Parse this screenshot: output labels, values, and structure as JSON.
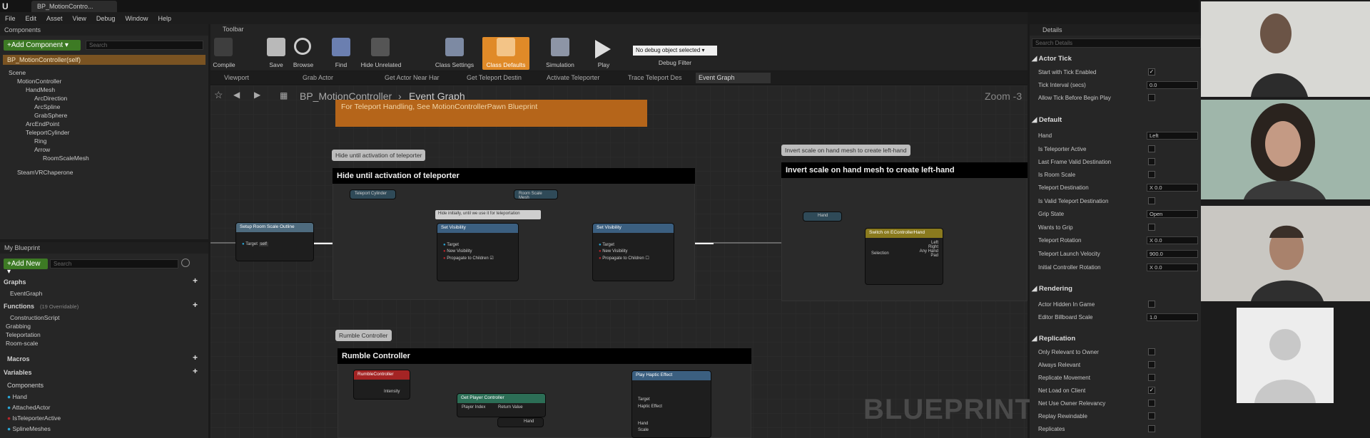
{
  "window": {
    "doc_tab": "BP_MotionContro..."
  },
  "menu": [
    "File",
    "Edit",
    "Asset",
    "View",
    "Debug",
    "Window",
    "Help"
  ],
  "components": {
    "title": "Components",
    "add_button": "+Add Component ▾",
    "search_placeholder": "Search",
    "self_row": "BP_MotionController(self)",
    "tree": [
      "Scene",
      "MotionController",
      "HandMesh",
      "ArcDirection",
      "ArcSpline",
      "GrabSphere",
      "ArcEndPoint",
      "TeleportCylinder",
      "Ring",
      "Arrow",
      "RoomScaleMesh",
      "SteamVRChaperone"
    ]
  },
  "my_blueprint": {
    "title": "My Blueprint",
    "add_button": "+Add New ▾",
    "search_placeholder": "Search",
    "graphs_label": "Graphs",
    "event_graph": "EventGraph",
    "functions_label": "Functions",
    "functions_count": "(19 Overridable)",
    "functions": [
      "ConstructionScript",
      "Grabbing",
      "Teleportation",
      "Room-scale"
    ],
    "macros_label": "Macros",
    "variables_label": "Variables",
    "components_label": "Components",
    "variables": [
      "Hand",
      "AttachedActor",
      "IsTeleporterActive",
      "SplineMeshes"
    ]
  },
  "toolbar": {
    "title": "Toolbar",
    "items": [
      "Compile",
      "Save",
      "Browse",
      "Find",
      "Hide Unrelated",
      "Class Settings",
      "Class Defaults",
      "Simulation",
      "Play"
    ],
    "debug_select": "No debug object selected ▾",
    "debug_filter": "Debug Filter"
  },
  "graph_tabs": [
    "Viewport",
    "Grab Actor",
    "Get Actor Near Har",
    "Get Teleport Destin",
    "Activate Teleporter",
    "Trace Teleport Des",
    "Event Graph"
  ],
  "graph": {
    "breadcrumb_root": "BP_MotionController",
    "breadcrumb_current": "Event Graph",
    "zoom": "Zoom -3",
    "watermark": "BLUEPRINT",
    "banner": "For Teleport Handling, See MotionControllerPawn Blueprint",
    "comment1_bubble": "Hide until activation of teleporter",
    "comment1_title": "Hide until activation of teleporter",
    "comment2_bubble": "Invert scale on hand mesh to create left-hand",
    "comment2_title": "Invert scale on hand mesh to create left-hand",
    "comment3_bubble": "Rumble Controller",
    "comment3_title": "Rumble Controller",
    "nodes": {
      "setup_room": "Setup Room Scale Outline",
      "teleport_cylinder": "Teleport Cylinder",
      "room_scale_mesh": "Room Scale Mesh",
      "hint": "Hide initially, until we use it for teleportation",
      "set_visibility": "Set Visibility",
      "hand": "Hand",
      "switch": "Switch on EControllerHand",
      "rumble": "RumbleController",
      "get_player_controller": "Get Player Controller",
      "play_haptic": "Play Haptic Effect",
      "target": "Target",
      "self": "self",
      "new_visibility": "New Visibility",
      "propagate": "Propagate to Children",
      "left": "Left",
      "right": "Right",
      "any_hand": "Any Hand",
      "pad": "Pad",
      "selection": "Selection",
      "intensity": "Intensity",
      "player_index": "Player Index",
      "return_value": "Return Value",
      "haptic_effect": "Haptic Effect",
      "scale": "Scale"
    }
  },
  "details": {
    "title": "Details",
    "search_placeholder": "Search Details",
    "sections": {
      "actor_tick": "Actor Tick",
      "default": "Default",
      "rendering": "Rendering",
      "replication": "Replication"
    },
    "actor_tick_rows": [
      "Start with Tick Enabled",
      "Tick Interval (secs)",
      "Allow Tick Before Begin Play"
    ],
    "tick_interval": "0.0",
    "default_rows": [
      "Hand",
      "Is Teleporter Active",
      "Last Frame Valid Destination",
      "Is Room Scale",
      "Teleport Destination",
      "Is Valid Teleport Destination",
      "Grip State",
      "Wants to Grip",
      "Teleport Rotation",
      "Teleport Launch Velocity",
      "Initial Controller Rotation"
    ],
    "hand_value": "Left",
    "teleport_dest_value": "X 0.0",
    "grip_state_value": "Open",
    "teleport_rotation_value": "X 0.0",
    "launch_velocity_value": "900.0",
    "initial_rotation_value": "X 0.0",
    "rendering_rows": [
      "Actor Hidden In Game",
      "Editor Billboard Scale"
    ],
    "billboard_scale": "1.0",
    "replication_rows": [
      "Only Relevant to Owner",
      "Always Relevant",
      "Replicate Movement",
      "Net Load on Client",
      "Net Use Owner Relevancy",
      "Replay Rewindable",
      "Replicates"
    ]
  }
}
